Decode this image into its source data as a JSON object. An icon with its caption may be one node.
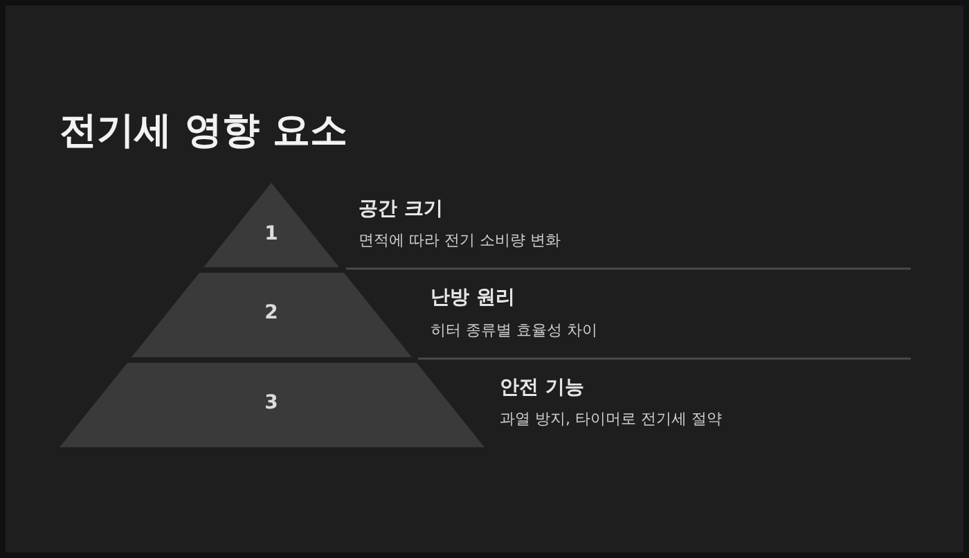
{
  "diagram": {
    "title": "전기세 영향 요소",
    "nodes": [
      {
        "text": [
          "1"
        ],
        "beside": [
          "공간 크기",
          "면적에 따라 전기 소비량 변화"
        ]
      },
      {
        "text": [
          "2"
        ],
        "beside": [
          "난방 원리",
          "히터 종류별 효율성 차이"
        ]
      },
      {
        "text": [
          "3"
        ],
        "beside": [
          "안전 기능",
          "과열 방지, 타이머로 전기세 절약"
        ]
      }
    ]
  }
}
